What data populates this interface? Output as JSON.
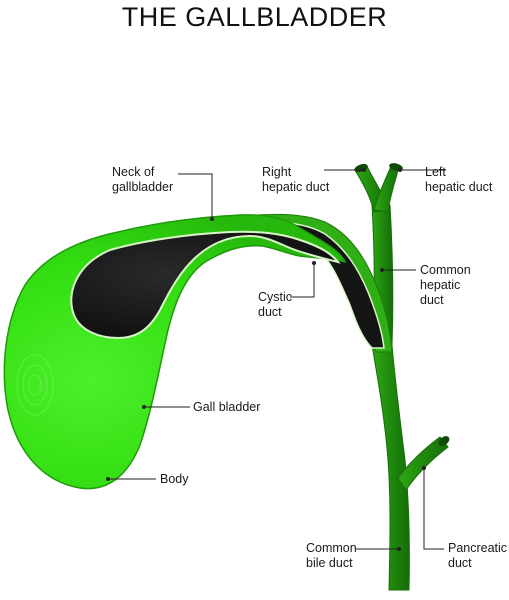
{
  "title": "THE GALLBLADDER",
  "labels": {
    "neck": "Neck of\ngallbladder",
    "right_hepatic": "Right\nhepatic duct",
    "left_hepatic": "Left\nhepatic duct",
    "common_hepatic": "Common\nhepatic\nduct",
    "cystic": "Cystic\nduct",
    "gall_bladder": "Gall bladder",
    "body": "Body",
    "common_bile": "Common\nbile duct",
    "pancreatic": "Pancreatic\nduct"
  },
  "colors": {
    "organ": "#33dd11",
    "organ_dark": "#1e8a0c",
    "duct": "#238a10",
    "lumen": "#1a1a1a",
    "lining": "#d9f7c8",
    "leader": "#222222"
  }
}
